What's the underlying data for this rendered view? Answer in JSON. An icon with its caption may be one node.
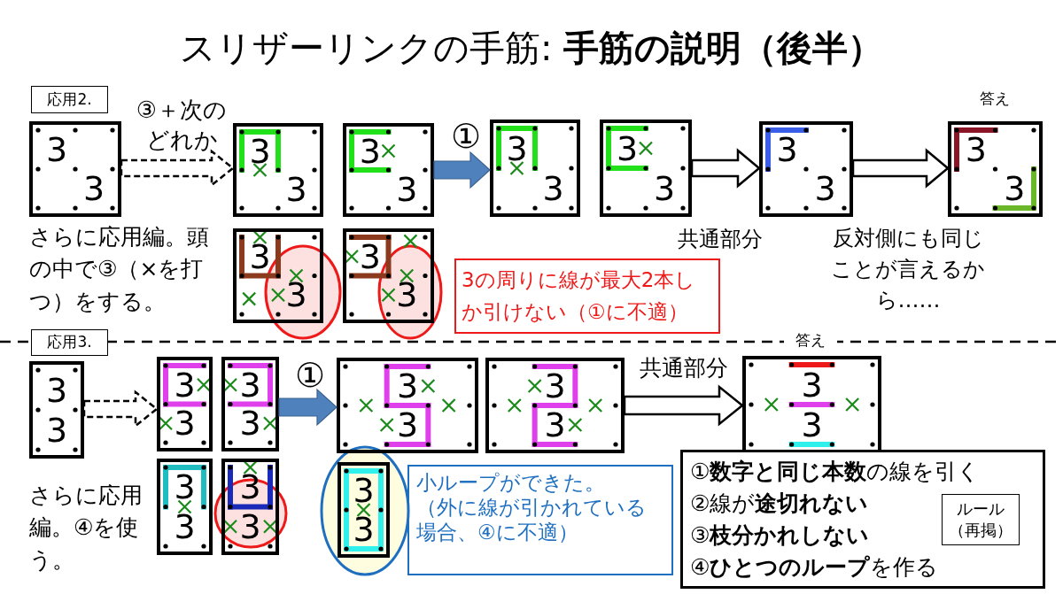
{
  "diagram": {
    "title": "スリザーリンクの手筋: **手筋の説明（後半）**",
    "nodes": [
      {
        "text": [
          "応用2."
        ]
      },
      {
        "text": [
          "3",
          "3"
        ]
      },
      {
        "text": [
          "3",
          "3"
        ]
      },
      {
        "text": [
          "3",
          "3"
        ]
      },
      {
        "text": [
          "3",
          "3"
        ]
      },
      {
        "text": [
          "3",
          "3"
        ]
      },
      {
        "text": [
          "3",
          "3"
        ]
      },
      {
        "text": [
          "3",
          "3"
        ]
      },
      {
        "text": [
          "3",
          "3"
        ]
      },
      {
        "text": [
          "3",
          "3"
        ],
        "beside": [
          "答え"
        ]
      },
      {
        "text": [
          "3の周りに線が最大2本しか引けない（①に不適）"
        ]
      },
      {
        "text": [
          "応用3."
        ]
      },
      {
        "text": [
          "3",
          "3"
        ]
      },
      {
        "text": [
          "3",
          "3"
        ]
      },
      {
        "text": [
          "3",
          "3"
        ]
      },
      {
        "text": [
          "3",
          "3"
        ]
      },
      {
        "text": [
          "3",
          "3"
        ]
      },
      {
        "text": [
          "3",
          "3"
        ]
      },
      {
        "text": [
          "3",
          "3"
        ]
      },
      {
        "text": [
          "3",
          "3"
        ],
        "beside": [
          "答え"
        ]
      },
      {
        "text": [
          "3",
          "3"
        ]
      },
      {
        "text": [
          "小ループができた。",
          "（外に線が引かれている場合、④に不適）"
        ]
      },
      {
        "text": [
          "①**数字と同じ本数**の線を引く",
          "②線が**途切れない**",
          "③**枝分かれしない**",
          "④**ひとつのループ**を作る"
        ]
      },
      {
        "text": [
          "ルール",
          "（再掲）"
        ],
        "in": 22
      }
    ],
    "edges": [
      {
        "from": 1,
        "to": 2,
        "arrow": "to",
        "style": "dashed",
        "label": "③＋次のどれか"
      },
      {
        "from": 3,
        "to": 6,
        "arrow": "to",
        "color": "#4f81bd",
        "label": "①"
      },
      {
        "from": 7,
        "to": 8,
        "arrow": "to",
        "label": "共通部分"
      },
      {
        "from": 8,
        "to": 9,
        "arrow": "to"
      },
      {
        "from": 12,
        "to": 13,
        "arrow": "to",
        "style": "dashed"
      },
      {
        "from": 14,
        "to": 17,
        "arrow": "to",
        "color": "#4f81bd",
        "label": "①"
      },
      {
        "from": 18,
        "to": 19,
        "arrow": "to",
        "label": "共通部分"
      }
    ],
    "labels": [
      "さらに応用編。頭の中で③（×を打つ）をする。",
      "反対側にも同じことが言えるから……",
      "さらに応用編。④を使う。"
    ]
  }
}
